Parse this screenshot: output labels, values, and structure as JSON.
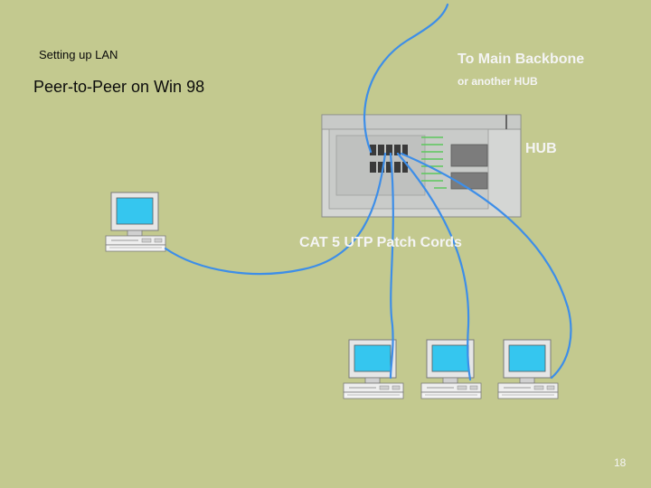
{
  "slide": {
    "title": "Setting up LAN",
    "subtitle": "Peer-to-Peer on Win 98",
    "backbone_label": "To Main Backbone",
    "backbone_sub_label": "or another HUB",
    "hub_label": "HUB",
    "cords_label": "CAT 5 UTP Patch Cords",
    "page_number": "18"
  },
  "colors": {
    "background": "#c3c98f",
    "cable": "#3d8ee8",
    "screen": "#35c6ef",
    "hub_body": "#d4d6d4",
    "label_light": "#f4f4f4"
  },
  "icons": [
    "computer-icon",
    "hub-device-icon"
  ]
}
